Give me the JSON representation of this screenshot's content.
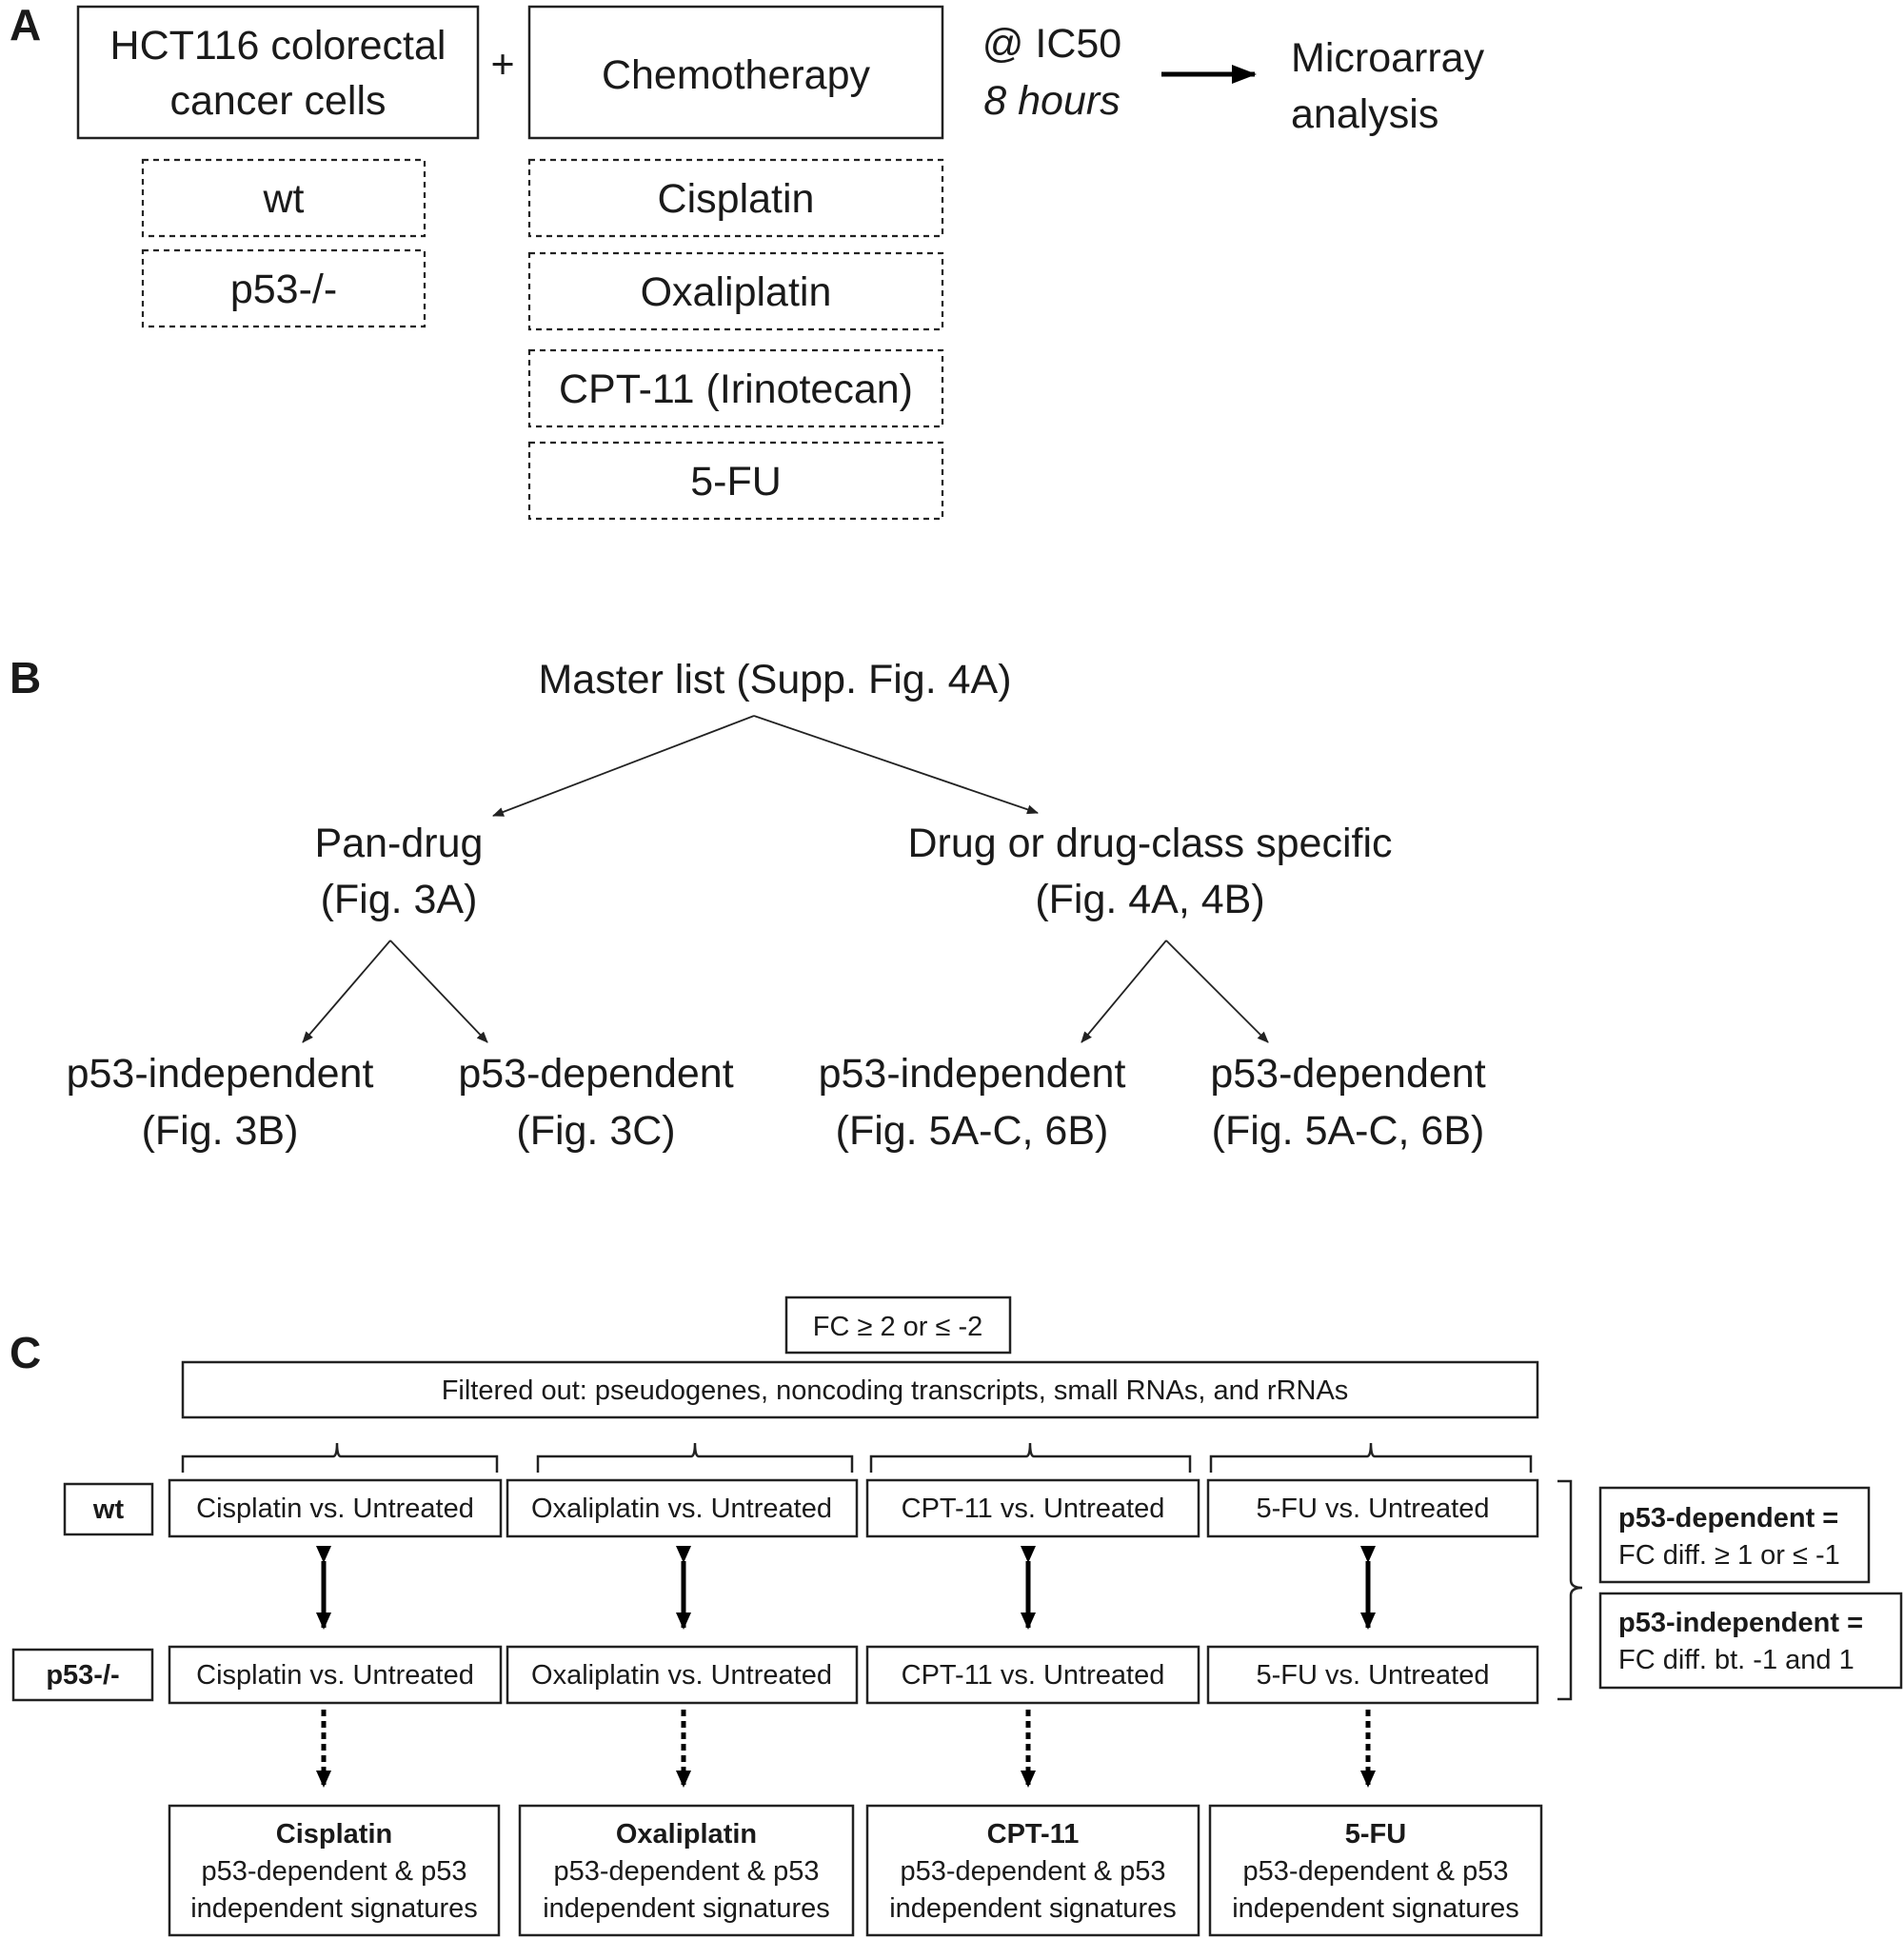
{
  "panel_a": {
    "letter": "A",
    "cells_box": [
      "HCT116 colorectal",
      "cancer cells"
    ],
    "plus": "+",
    "chemo_box": "Chemotherapy",
    "cell_types": [
      "wt",
      "p53-/-"
    ],
    "drugs": [
      "Cisplatin",
      "Oxaliplatin",
      "CPT-11 (Irinotecan)",
      "5-FU"
    ],
    "condition_line1": "@ IC50",
    "condition_line2": "8 hours",
    "output": [
      "Microarray",
      "analysis"
    ]
  },
  "panel_b": {
    "letter": "B",
    "root": "Master list (Supp. Fig. 4A)",
    "left": {
      "title": "Pan-drug",
      "ref": "(Fig. 3A)"
    },
    "right": {
      "title": "Drug or drug-class specific",
      "ref": "(Fig. 4A, 4B)"
    },
    "leaves": [
      {
        "title": "p53-independent",
        "ref": "(Fig. 3B)"
      },
      {
        "title": "p53-dependent",
        "ref": "(Fig. 3C)"
      },
      {
        "title": "p53-independent",
        "ref": "(Fig. 5A-C, 6B)"
      },
      {
        "title": "p53-dependent",
        "ref": "(Fig. 5A-C, 6B)"
      }
    ]
  },
  "panel_c": {
    "letter": "C",
    "fc_box": "FC ≥ 2 or ≤ -2",
    "filter_box": "Filtered out: pseudogenes, noncoding transcripts, small RNAs, and rRNAs",
    "row_labels": [
      "wt",
      "p53-/-"
    ],
    "comparisons": [
      "Cisplatin vs. Untreated",
      "Oxaliplatin vs. Untreated",
      "CPT-11 vs. Untreated",
      "5-FU vs. Untreated"
    ],
    "results": [
      {
        "drug": "Cisplatin",
        "line2": "p53-dependent & p53",
        "line3": "independent signatures"
      },
      {
        "drug": "Oxaliplatin",
        "line2": "p53-dependent & p53",
        "line3": "independent signatures"
      },
      {
        "drug": "CPT-11",
        "line2": "p53-dependent & p53",
        "line3": "independent signatures"
      },
      {
        "drug": "5-FU",
        "line2": "p53-dependent & p53",
        "line3": "independent signatures"
      }
    ],
    "criteria": [
      {
        "title": "p53-dependent =",
        "text": "FC diff. ≥ 1 or ≤ -1"
      },
      {
        "title": "p53-independent =",
        "text": "FC diff. bt. -1 and 1"
      }
    ]
  }
}
